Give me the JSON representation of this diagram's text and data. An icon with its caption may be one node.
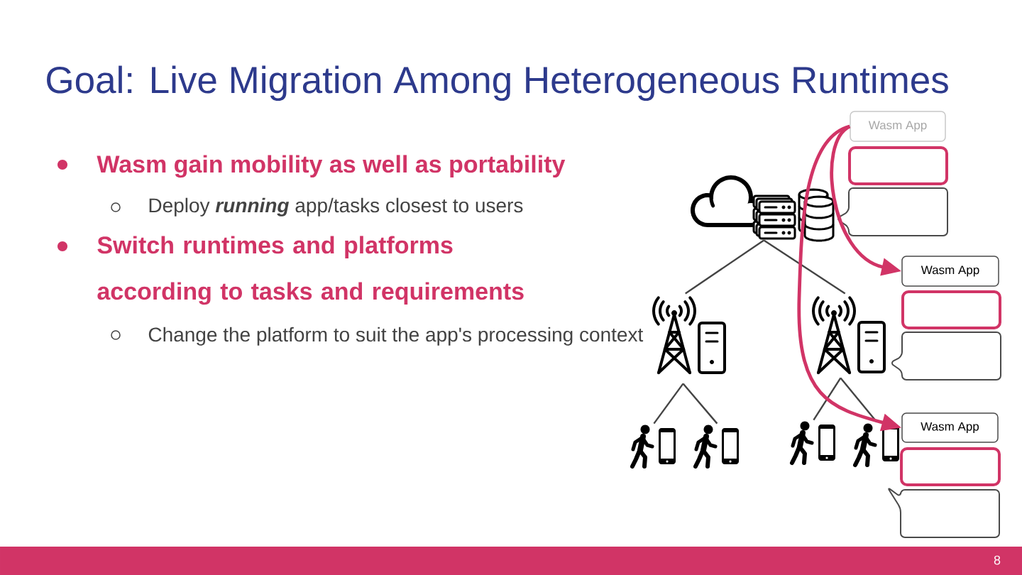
{
  "diagram": {
    "title": "Goal: Live Migration Among Heterogeneous Runtimes",
    "nodes": [
      {
        "text": [],
        "shape": "picture"
      },
      {
        "text": [],
        "shape": "picture"
      },
      {
        "text": [],
        "shape": "picture"
      },
      {
        "text": [],
        "shape": "person"
      },
      {
        "text": [],
        "shape": "person"
      },
      {
        "text": [],
        "shape": "person"
      },
      {
        "text": [],
        "shape": "person"
      },
      {
        "text": [
          "Wasm App"
        ]
      },
      {
        "text": [],
        "shape": "box"
      },
      {
        "text": [],
        "shape": "bubble"
      },
      {
        "text": [
          "Wasm App"
        ]
      },
      {
        "text": [],
        "shape": "box"
      },
      {
        "text": [],
        "shape": "bubble"
      },
      {
        "text": [
          "Wasm App"
        ]
      },
      {
        "text": [],
        "shape": "box"
      },
      {
        "text": [],
        "shape": "bubble"
      }
    ],
    "edges": [
      {
        "from": 0,
        "to": 1,
        "arrow": "none"
      },
      {
        "from": 0,
        "to": 2,
        "arrow": "none"
      },
      {
        "from": 1,
        "to": 3,
        "arrow": "none"
      },
      {
        "from": 1,
        "to": 4,
        "arrow": "none"
      },
      {
        "from": 2,
        "to": 5,
        "arrow": "none"
      },
      {
        "from": 2,
        "to": 6,
        "arrow": "none"
      },
      {
        "from": 7,
        "to": 10,
        "arrow": "to",
        "style": "thick",
        "color": "#d13466"
      },
      {
        "from": 7,
        "to": 13,
        "arrow": "to",
        "style": "thick",
        "color": "#d13466"
      }
    ],
    "labels": [
      "Wasm gain mobility as well as portability",
      "Deploy **running** app/tasks closest to users",
      "Switch runtimes and platforms according to tasks and requirements",
      "Change the platform to suit the app's processing context",
      "8"
    ]
  }
}
